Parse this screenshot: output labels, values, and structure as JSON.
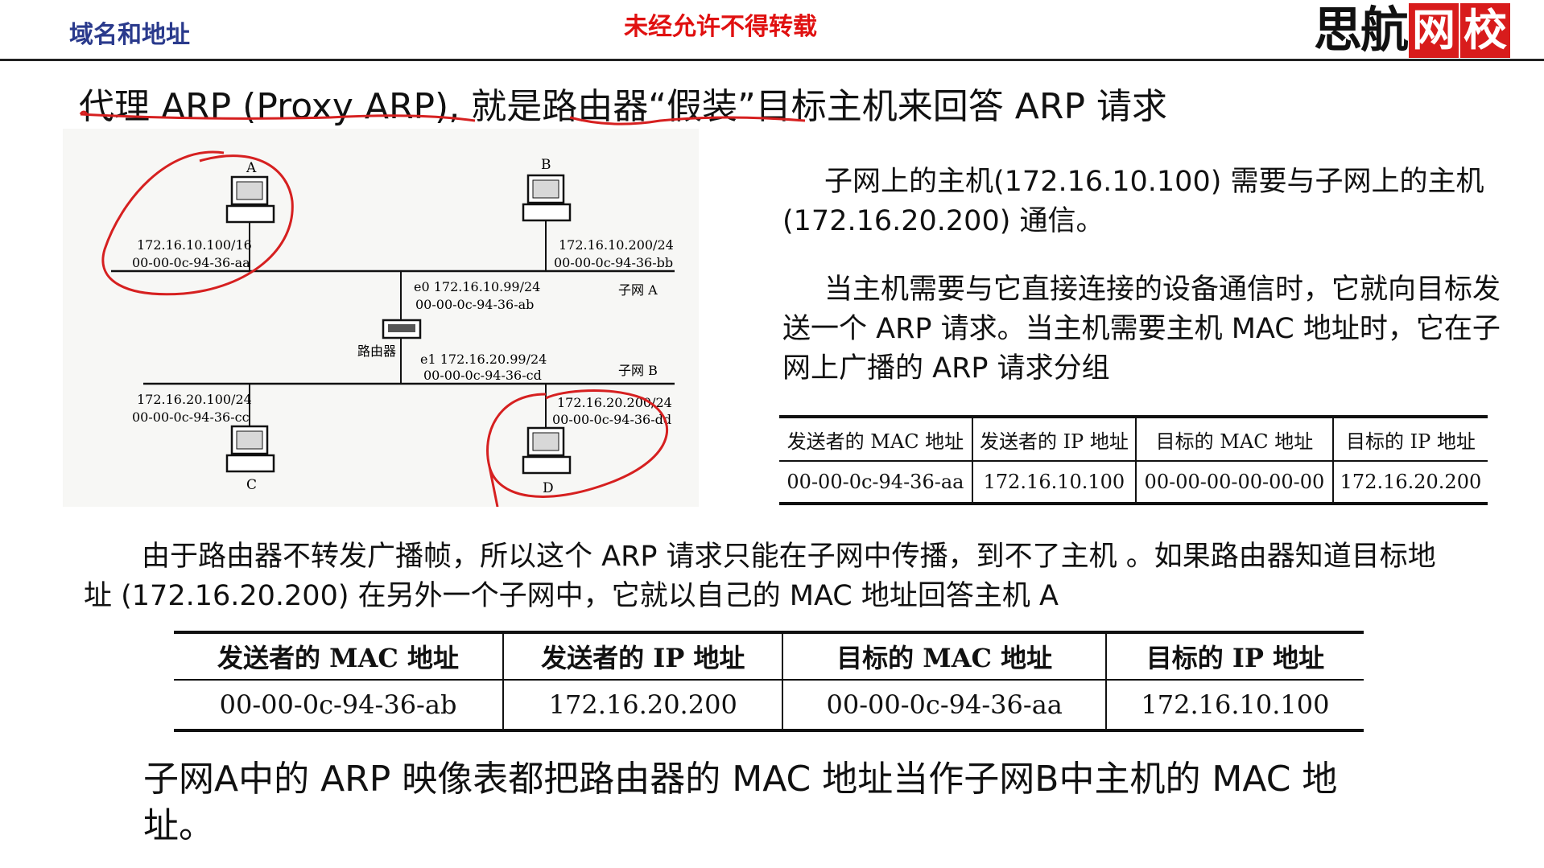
{
  "header": {
    "title": "域名和地址",
    "warning": "未经允许不得转载",
    "logo_part1": "思航",
    "logo_part2": "网",
    "logo_part3": "校"
  },
  "heading": "代理 ARP (Proxy ARP), 就是路由器“假装”目标主机来回答 ARP 请求",
  "diagram": {
    "host_a_label": "A",
    "host_a_ip": "172.16.10.100/16",
    "host_a_mac": "00-00-0c-94-36-aa",
    "host_b_label": "B",
    "host_b_ip": "172.16.10.200/24",
    "host_b_mac": "00-00-0c-94-36-bb",
    "host_c_label": "C",
    "host_c_ip": "172.16.20.100/24",
    "host_c_mac": "00-00-0c-94-36-cc",
    "host_d_label": "D",
    "host_d_ip": "172.16.20.200/24",
    "host_d_mac": "00-00-0c-94-36-dd",
    "router_label": "路由器",
    "router_e0": "e0 172.16.10.99/24",
    "router_e0_mac": "00-00-0c-94-36-ab",
    "router_e1": "e1 172.16.20.99/24",
    "router_e1_mac": "00-00-0c-94-36-cd",
    "subnet_a": "子网 A",
    "subnet_b": "子网 B",
    "annotation_color": "#d62020"
  },
  "para1": "子网上的主机(172.16.10.100) 需要与子网上的主机(172.16.20.200) 通信。",
  "para2": "当主机需要与它直接连接的设备通信时，它就向目标发送一个 ARP 请求。当主机需要主机 MAC 地址时，它在子网上广播的 ARP 请求分组",
  "table1": {
    "headers": [
      "发送者的 MAC 地址",
      "发送者的 IP 地址",
      "目标的 MAC 地址",
      "目标的 IP 地址"
    ],
    "row": [
      "00-00-0c-94-36-aa",
      "172.16.10.100",
      "00-00-00-00-00-00",
      "172.16.20.200"
    ]
  },
  "para3": "由于路由器不转发广播帧，所以这个 ARP 请求只能在子网中传播，到不了主机 。如果路由器知道目标地址 (172.16.20.200) 在另外一个子网中，它就以自己的 MAC 地址回答主机 A",
  "table2": {
    "headers": [
      "发送者的 MAC 地址",
      "发送者的 IP 地址",
      "目标的 MAC 地址",
      "目标的 IP 地址"
    ],
    "row": [
      "00-00-0c-94-36-ab",
      "172.16.20.200",
      "00-00-0c-94-36-aa",
      "172.16.10.100"
    ]
  },
  "conclusion": "子网A中的 ARP 映像表都把路由器的 MAC 地址当作子网B中主机的 MAC 地址。"
}
